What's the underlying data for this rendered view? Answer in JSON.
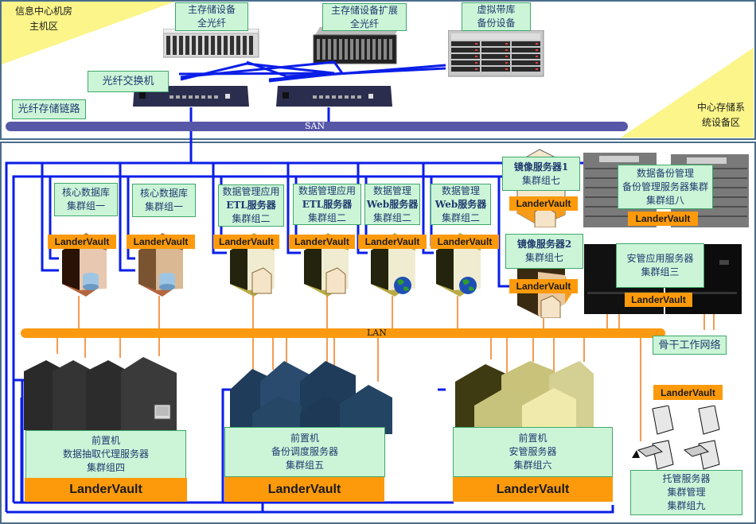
{
  "zones": {
    "main_room": {
      "title_line1": "信息中心机房",
      "title_line2": "主机区"
    },
    "storage_zone": {
      "title_line1": "中心存储系",
      "title_line2": "统设备区"
    }
  },
  "storage": {
    "primary": {
      "line1": "主存储设备",
      "line2": "全光纤"
    },
    "expansion": {
      "line1": "主存储设备扩展",
      "line2": "全光纤"
    },
    "tape_library": {
      "line1": "虚拟带库",
      "line2": "备份设备"
    },
    "fc_switch": "光纤交换机",
    "fc_link": "光纤存储链路",
    "san_label": "SAN"
  },
  "network": {
    "lan_label": "LAN",
    "backbone_label": "骨干工作网络"
  },
  "brand": {
    "name": "LanderVault",
    "color": "#fd9a0b"
  },
  "colors": {
    "label_bg": "#ccf5d8",
    "san": "#5757a8",
    "lan": "#fb9a11",
    "fc_wire": "#0000ee",
    "zone_highlight": "#fbf58a"
  },
  "servers": [
    {
      "line1": "核心数据库",
      "line2": "集群组一",
      "badge": "LanderVault"
    },
    {
      "line1": "核心数据库",
      "line2": "集群组一",
      "badge": "LanderVault"
    },
    {
      "line1": "数据管理应用",
      "line2": "ETL服务器",
      "line3": "集群组二",
      "badge": "LanderVault"
    },
    {
      "line1": "数据管理应用",
      "line2": "ETL服务器",
      "line3": "集群组二",
      "badge": "LanderVault"
    },
    {
      "line1": "数据管理",
      "line2": "Web服务器",
      "line3": "集群组二",
      "badge": "LanderVault"
    },
    {
      "line1": "数据管理",
      "line2": "Web服务器",
      "line3": "集群组二",
      "badge": "LanderVault"
    },
    {
      "line1": "镜像服务器1",
      "line2": "集群组七",
      "badge": "LanderVault"
    },
    {
      "line1": "镜像服务器2",
      "line2": "集群组七",
      "badge": "LanderVault"
    }
  ],
  "mainframes": [
    {
      "line1": "数据备份管理",
      "line2": "备份管理服务器集群",
      "line3": "集群组八",
      "badge": "LanderVault"
    },
    {
      "line1": "安管应用服务器",
      "line2": "集群组三",
      "badge": "LanderVault"
    }
  ],
  "clusters": [
    {
      "line1": "前置机",
      "line2": "数据抽取代理服务器",
      "line3": "集群组四",
      "badge": "LanderVault"
    },
    {
      "line1": "前置机",
      "line2": "备份调度服务器",
      "line3": "集群组五",
      "badge": "LanderVault"
    },
    {
      "line1": "前置机",
      "line2": "安管服务器",
      "line3": "集群组六",
      "badge": "LanderVault"
    }
  ],
  "hosted": {
    "line1": "托管服务器",
    "line2": "集群管理",
    "line3": "集群组九",
    "badge": "LanderVault"
  }
}
